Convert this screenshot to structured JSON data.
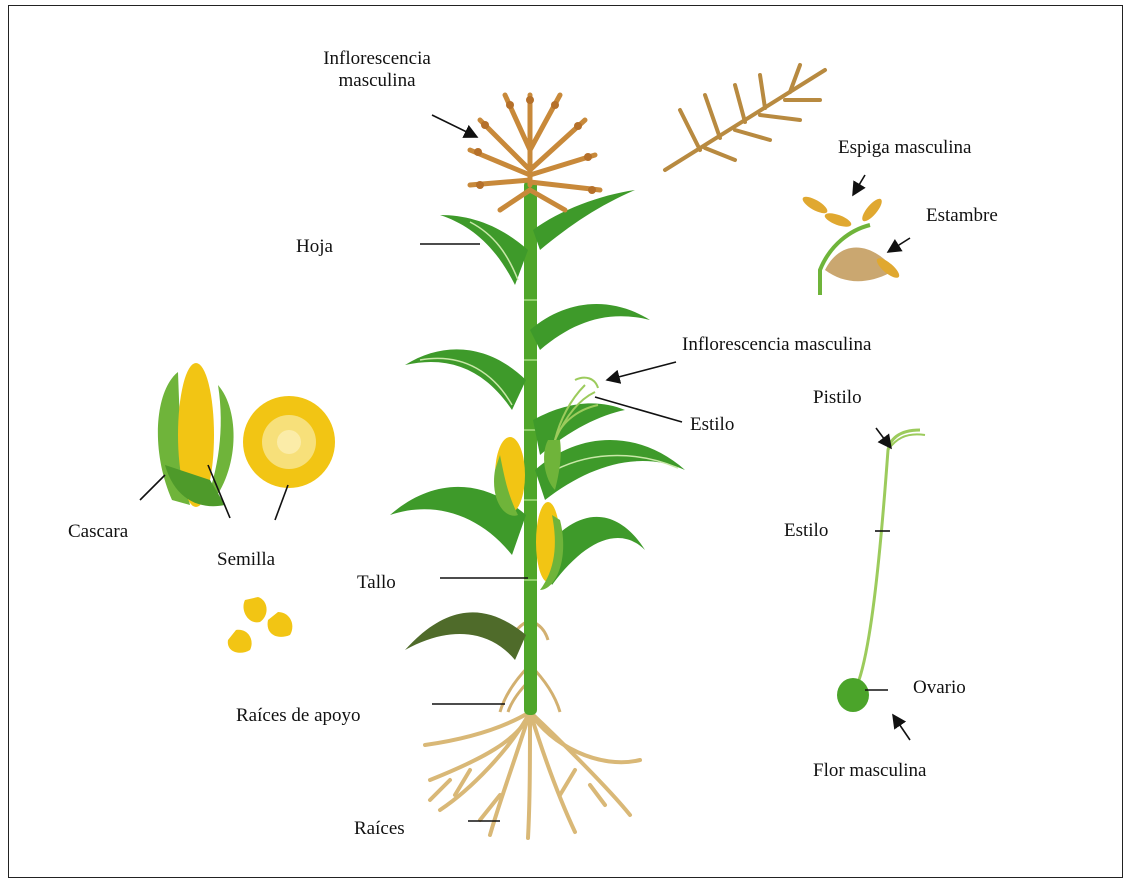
{
  "colors": {
    "stem": "#4fa62a",
    "leaf": "#3e9a2a",
    "leaf_dark": "#4f6b2a",
    "tassel": "#c8893a",
    "kernel": "#f2c514",
    "husk": "#6fb43a",
    "root": "#d9b877",
    "pistil": "#9ccb5c"
  },
  "labels": {
    "inflorescencia_top": "Inflorescencia masculina",
    "hoja": "Hoja",
    "espiga_masculina": "Espiga masculina",
    "estambre": "Estambre",
    "inflorescencia_mid": "Inflorescencia masculina",
    "estilo_plant": "Estilo",
    "pistilo": "Pistilo",
    "estilo_detail": "Estilo",
    "cascara": "Cascara",
    "semilla": "Semilla",
    "tallo": "Tallo",
    "raices_apoyo": "Raíces de apoyo",
    "ovario": "Ovario",
    "flor_masculina": "Flor masculina",
    "raices": "Raíces"
  }
}
